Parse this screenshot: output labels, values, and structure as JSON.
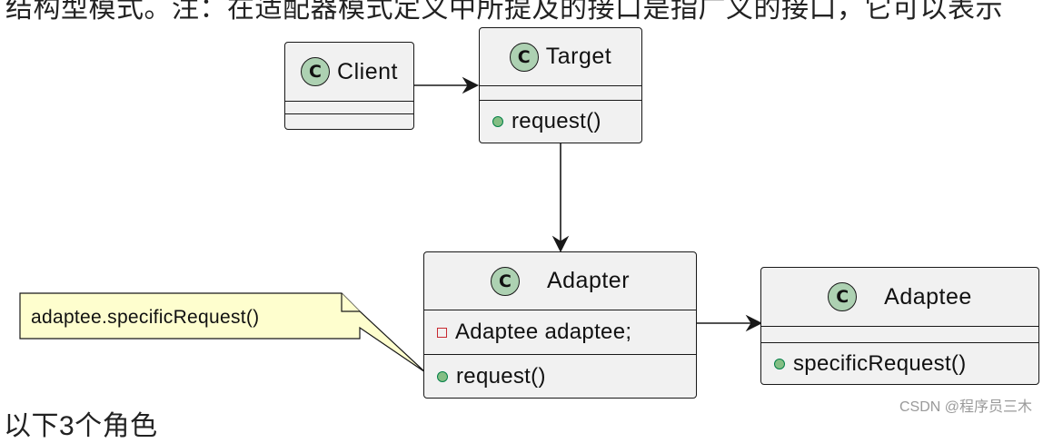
{
  "top_text": "结构型模式。注：在适配器模式定义中所提及的接口是指广义的接口，它可以表示",
  "bottom_text": "以下3个角色",
  "classes": {
    "client": {
      "name": "Client",
      "badge": "C"
    },
    "target": {
      "name": "Target",
      "badge": "C",
      "method": "request()"
    },
    "adapter": {
      "name": "Adapter",
      "badge": "C",
      "field": "Adaptee adaptee;",
      "method": "request()"
    },
    "adaptee": {
      "name": "Adaptee",
      "badge": "C",
      "method": "specificRequest()"
    }
  },
  "note": {
    "text": "adaptee.specificRequest()"
  },
  "watermark": "CSDN @程序员三木",
  "colors": {
    "class_bg": "#f1f1f1",
    "class_badge": "#add1b2",
    "note_bg": "#fefece",
    "public_marker": "#84be84",
    "private_marker": "#c82930"
  },
  "relations": [
    {
      "from": "Client",
      "to": "Target"
    },
    {
      "from": "Target",
      "to": "Adapter"
    },
    {
      "from": "Adapter",
      "to": "Adaptee"
    }
  ]
}
